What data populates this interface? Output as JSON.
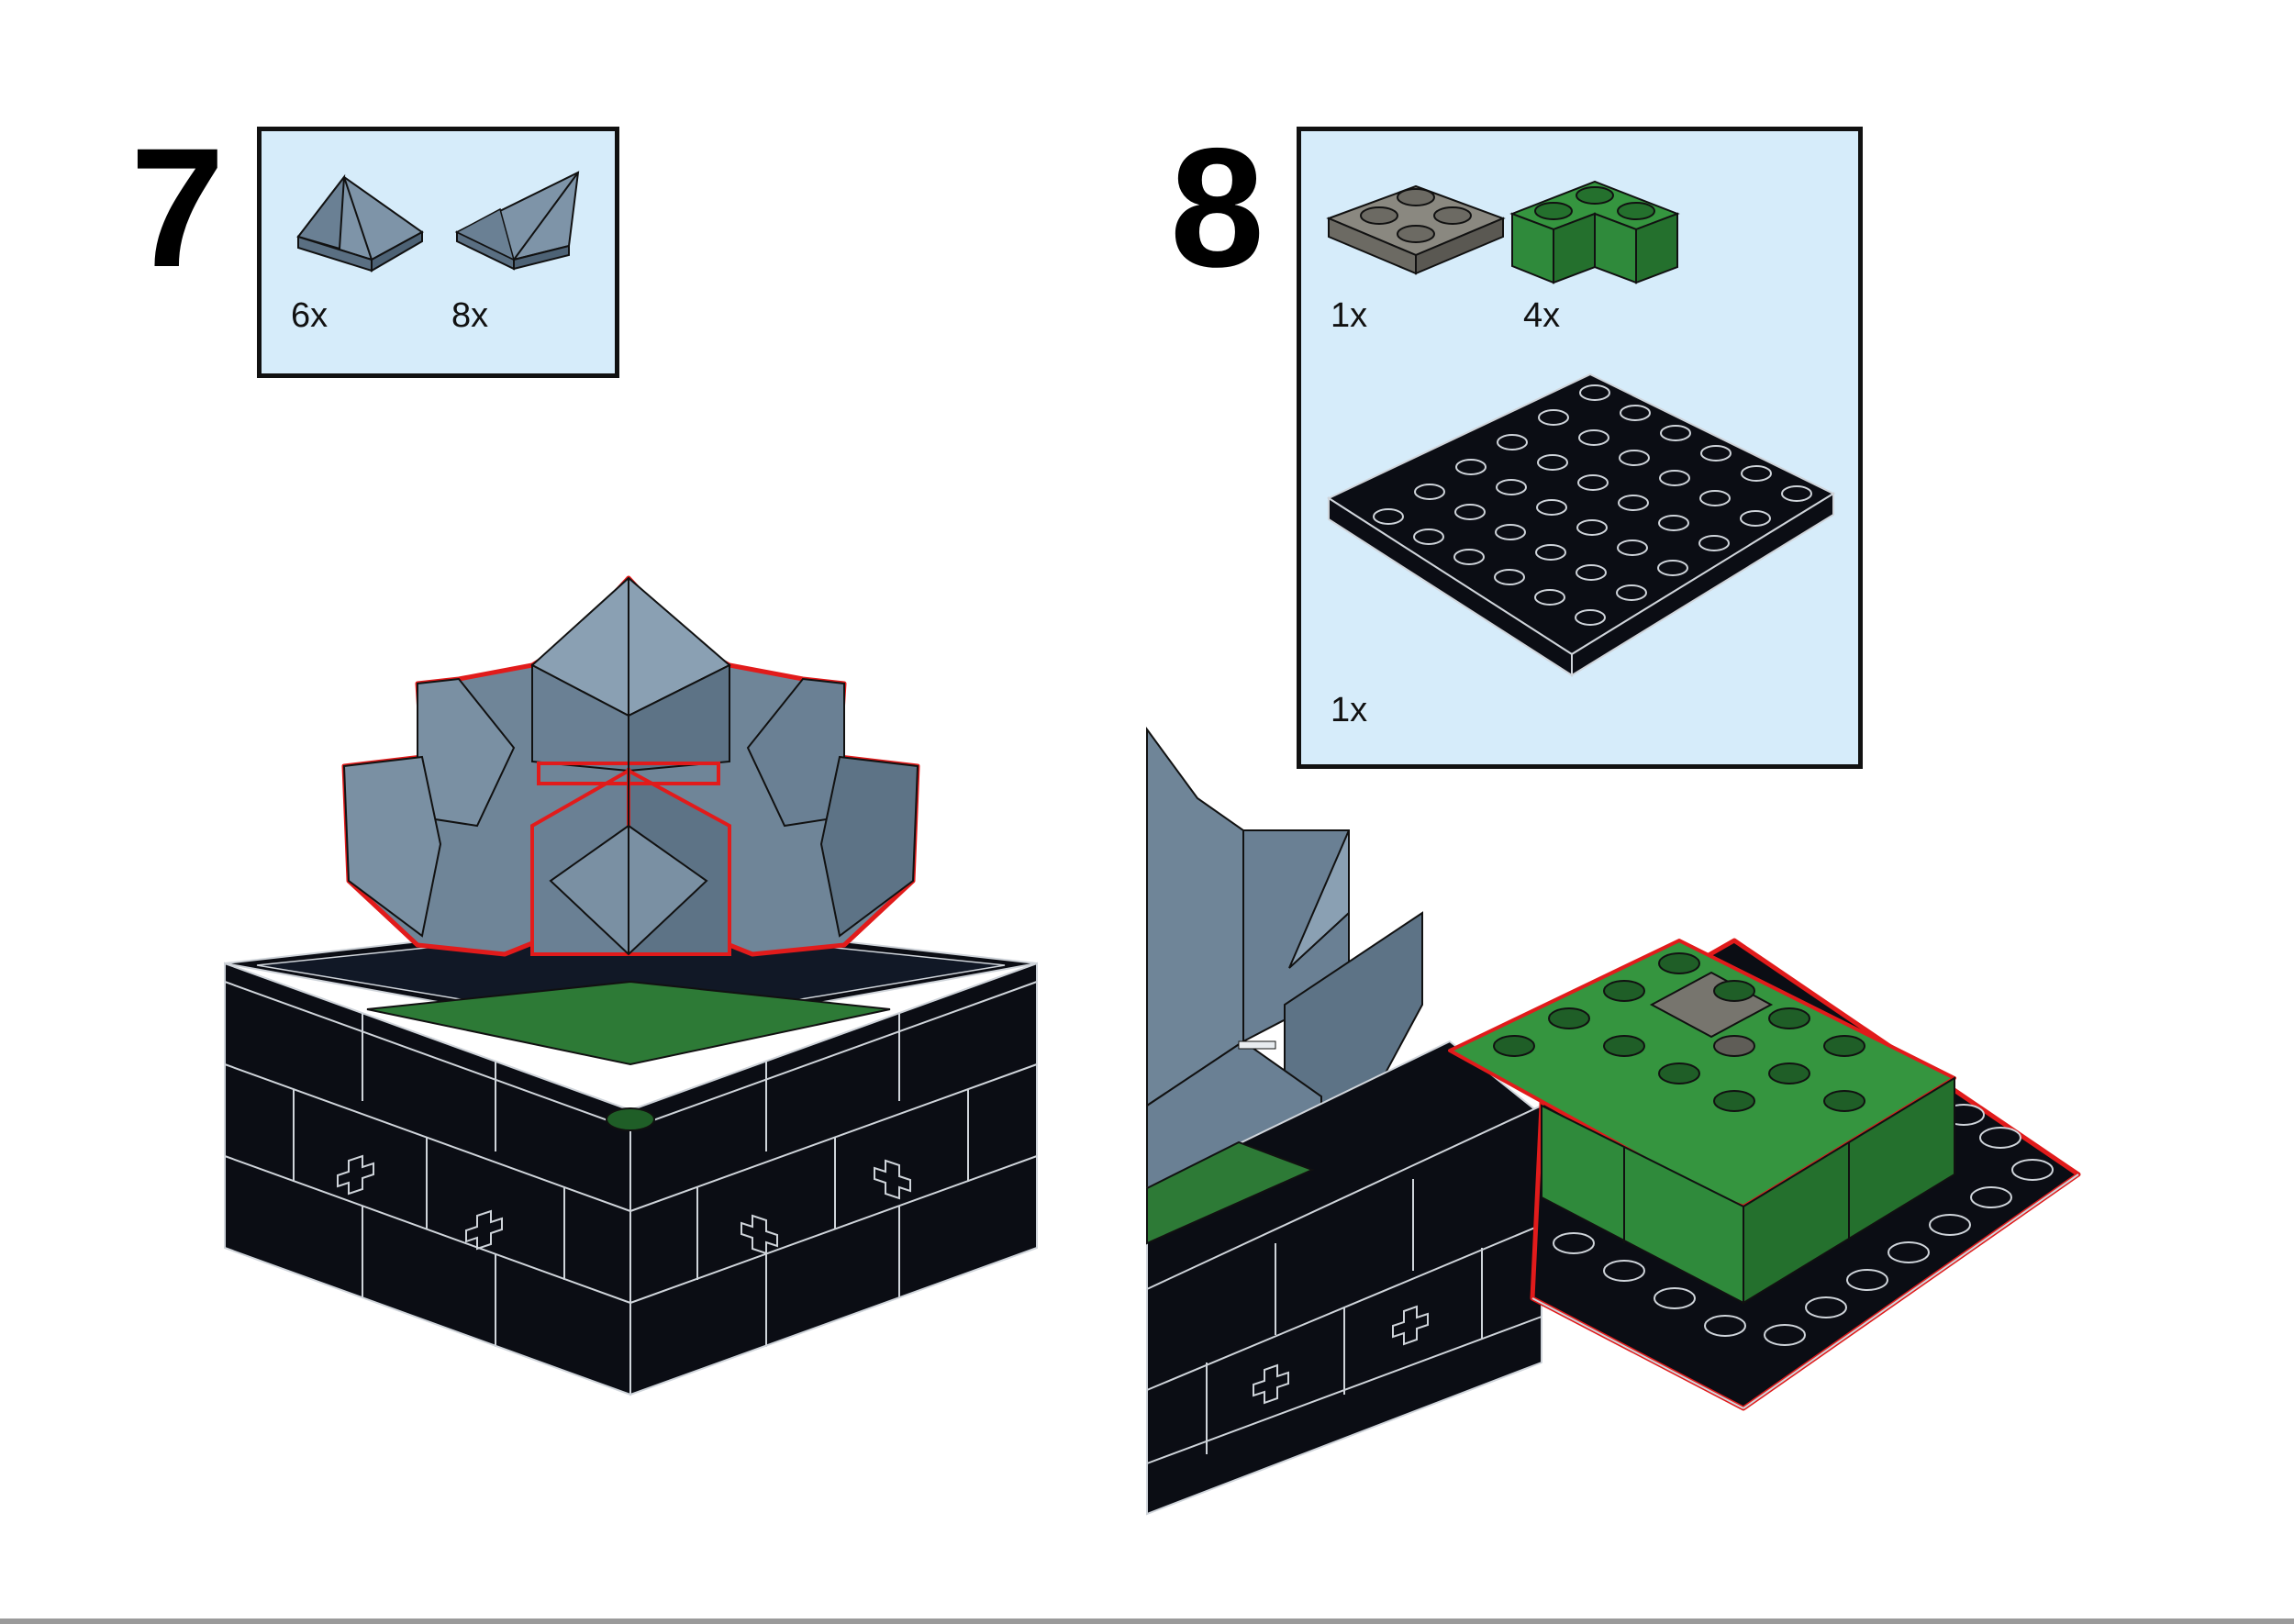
{
  "steps": [
    {
      "number": "7",
      "parts": [
        {
          "qty": "6x",
          "icon": "slope-peak-corner-icon",
          "color": "#6f8598"
        },
        {
          "qty": "8x",
          "icon": "slope-corner-icon",
          "color": "#6f8598"
        }
      ]
    },
    {
      "number": "8",
      "parts": [
        {
          "qty": "1x",
          "icon": "plate-2x2-icon",
          "color": "#77756e"
        },
        {
          "qty": "4x",
          "icon": "brick-corner-icon",
          "color": "#2f8a3b"
        },
        {
          "qty": "1x",
          "icon": "plate-6x6-icon",
          "color": "#0b0d14"
        }
      ]
    }
  ],
  "colors": {
    "parts_box_bg": "#d6ecfa",
    "highlight": "#e11b1b",
    "slope_gray": "#6f8598",
    "base_black": "#0b0d14",
    "brick_green": "#2f8a3b",
    "plate_gray": "#77756e"
  }
}
